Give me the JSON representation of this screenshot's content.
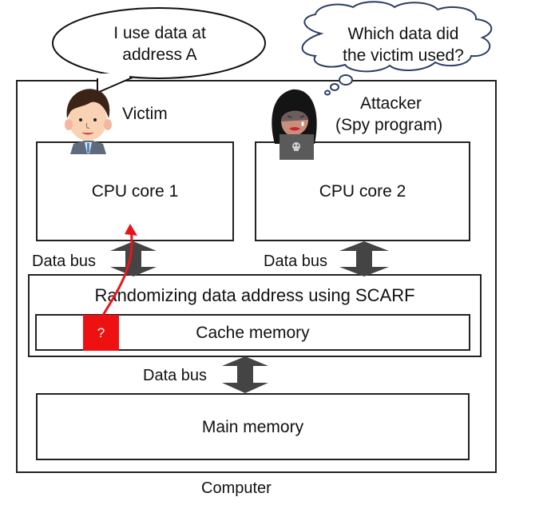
{
  "diagram": {
    "victim_speech": [
      "I use data at",
      "address A"
    ],
    "attacker_thought": [
      "Which data did",
      "the victim used?"
    ],
    "victim_label": "Victim",
    "attacker_label": [
      "Attacker",
      "(Spy program)"
    ],
    "cpu_core_1": "CPU core 1",
    "cpu_core_2": "CPU core 2",
    "data_bus_label": "Data bus",
    "randomizer_label": "Randomizing data address using SCARF",
    "cache_label": "Cache memory",
    "unknown_cache_line": "?",
    "main_memory_label": "Main memory",
    "computer_label": "Computer",
    "colors": {
      "arrow_fill": "#444444",
      "access_path": "#e8141b",
      "unknown_line_fill": "#ee1111",
      "thought_outline": "#2c3e63"
    }
  }
}
